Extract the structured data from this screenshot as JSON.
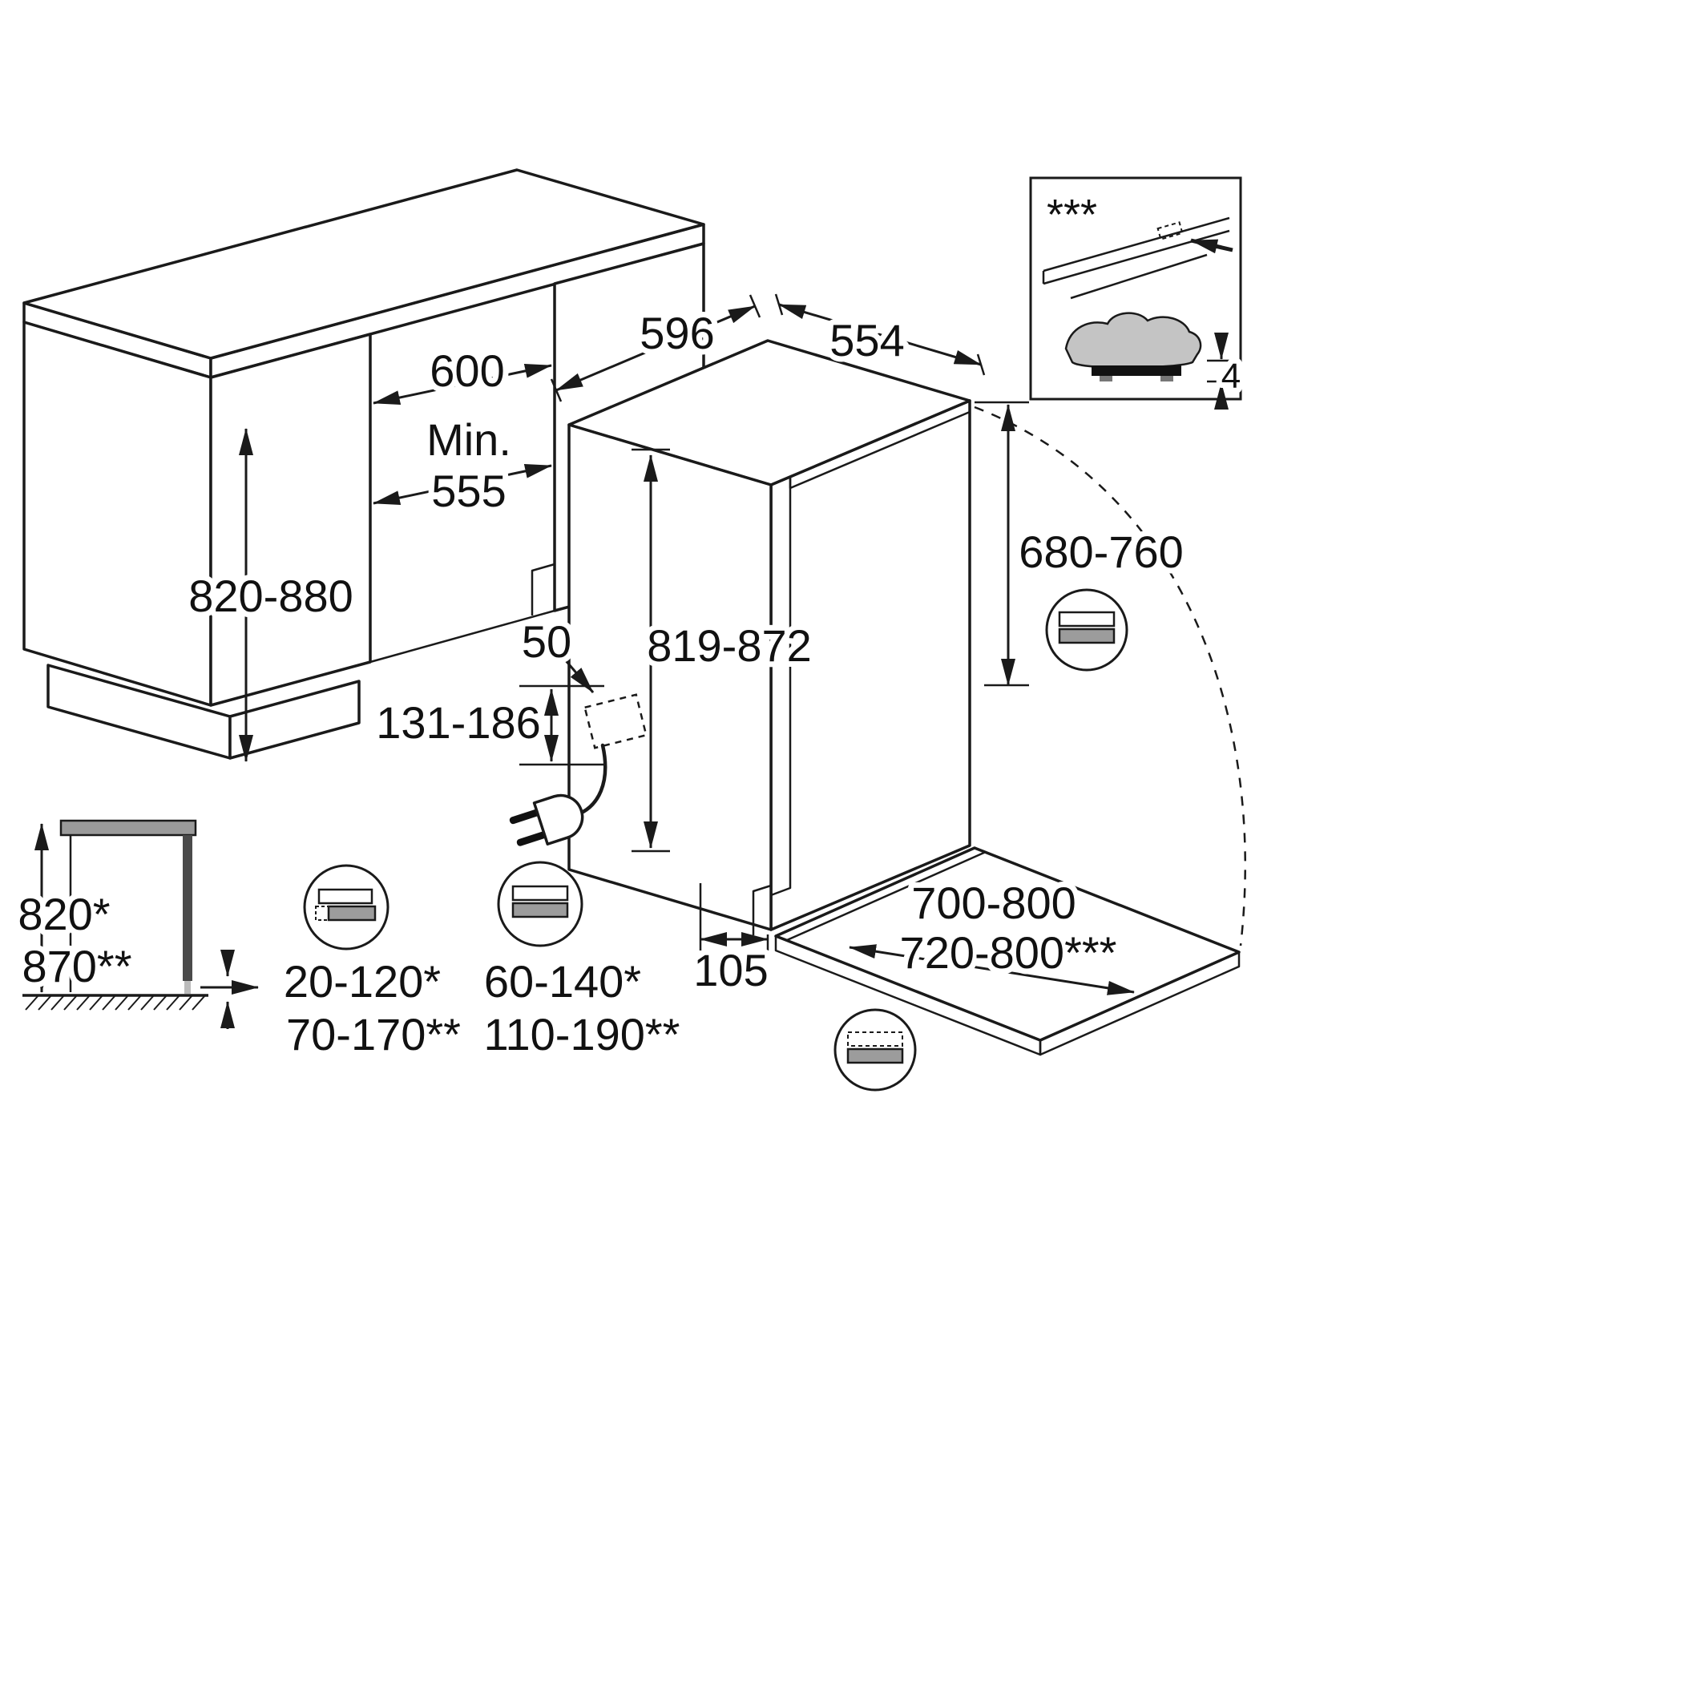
{
  "labels": {
    "counter": {
      "opening_width": "600",
      "min_label": "Min.",
      "min_depth": "555",
      "worktop_height": "820-880"
    },
    "appliance": {
      "width": "596",
      "depth": "554",
      "hinge_range": "680-760",
      "height_range": "819-872",
      "outlet_offset": "50",
      "outlet_zone": "131-186",
      "plinth_depth": "105"
    },
    "door_panel": {
      "dim_line1": "700-800",
      "dim_line2": "720-800***"
    },
    "side_view": {
      "height_a": "820*",
      "height_b": "870**"
    },
    "plinth_left": {
      "line1": "20-120*",
      "line2": "70-170**"
    },
    "plinth_right": {
      "line1": "60-140*",
      "line2": "110-190**"
    },
    "inset": {
      "marker": "***",
      "mat_thickness": "4"
    }
  },
  "colors": {
    "line": "#1a1a1a",
    "worktop_top": "#a6a6a6",
    "worktop_edge": "#dadada",
    "worktop_edge_left": "#c6c6c6",
    "appliance_side": "#f5f5f5",
    "door_edge": "#6f6f6f",
    "strip_light": "#d8d8d8",
    "panel_edge": "#cfcfcf",
    "panel_edge_light": "#e3e3e3",
    "hinge_strip": "#c0c0c0",
    "icon_gray": "#9c9c9c",
    "mat_gray": "#c4c4c4",
    "bar_black": "#111111",
    "side_panel_dark": "#4a4a4a",
    "counter_bar": "#9a9a9a"
  }
}
